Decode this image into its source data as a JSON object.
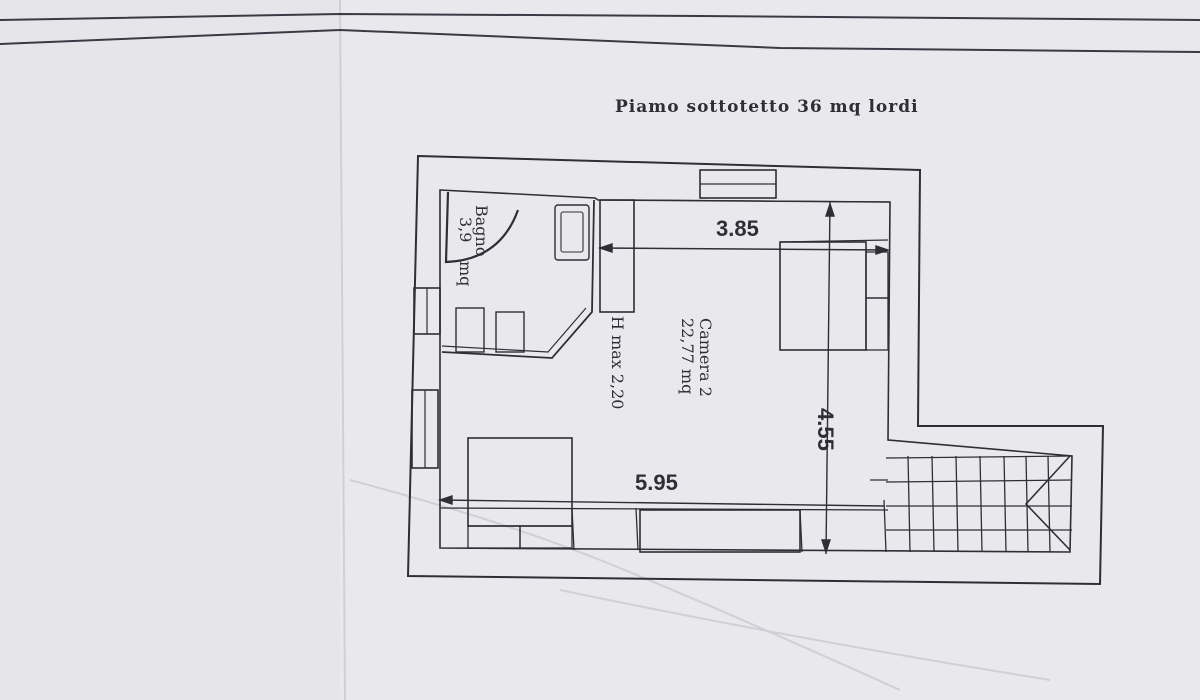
{
  "plan": {
    "title": "Piamo sottotetto 36 mq lordi",
    "rooms": {
      "bagno": {
        "name": "Bagno",
        "area": "3,9",
        "unit": "mq"
      },
      "camera": {
        "name": "Camera 2",
        "area": "22,77 mq",
        "height": "H max 2,20"
      }
    },
    "dimensions": {
      "width_top": "3.85",
      "depth": "4.55",
      "width_bottom": "5.95"
    }
  },
  "colors": {
    "paper": "#e6e6ea",
    "ink": "#2e2e36",
    "fold": "#cfcfd6"
  }
}
